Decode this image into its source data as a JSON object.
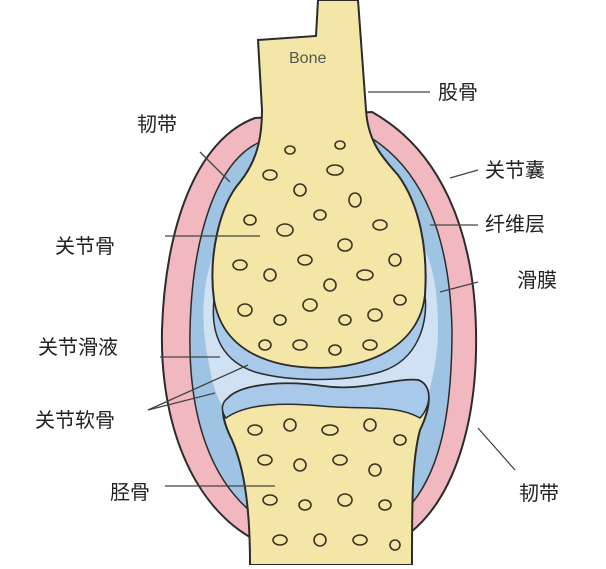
{
  "labels": {
    "bone": "Bone",
    "femur": "股骨",
    "ligament_top": "韧带",
    "joint_capsule": "关节囊",
    "fibrous_layer": "纤维层",
    "articular_bone": "关节骨",
    "synovium": "滑膜",
    "synovial_fluid": "关节滑液",
    "articular_cartilage": "关节软骨",
    "tibia": "胫骨",
    "ligament_bottom": "韧带"
  },
  "colors": {
    "bone_fill": "#f3e6a6",
    "capsule_pink": "#f2b8c0",
    "fibrous_blue": "#9fc3e2",
    "synovial_fluid": "#cfe1f2",
    "cartilage": "#a9c9ea",
    "outline": "#2b2b2b"
  }
}
